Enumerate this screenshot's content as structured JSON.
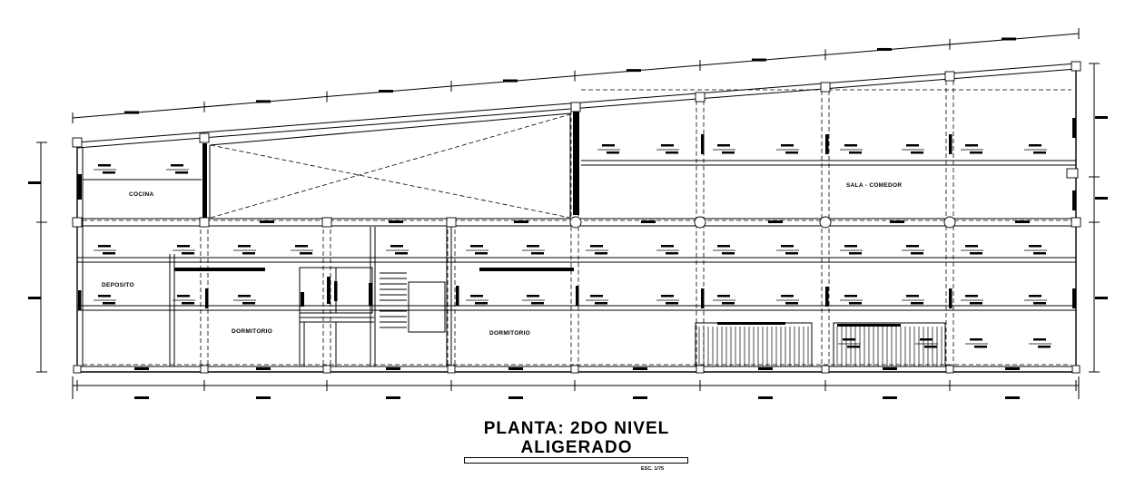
{
  "drawing": {
    "title_line1": "PLANTA: 2DO NIVEL",
    "title_line2": "ALIGERADO",
    "scale": "ESC. 1/75"
  },
  "rooms": {
    "cocina": "COCINA",
    "sala_comedor": "SALA - COMEDOR",
    "deposito": "DEPOSITO",
    "dormitorio_1": "DORMITORIO",
    "dormitorio_2": "DORMITORIO"
  },
  "colors": {
    "line": "#000000",
    "background": "#ffffff"
  }
}
